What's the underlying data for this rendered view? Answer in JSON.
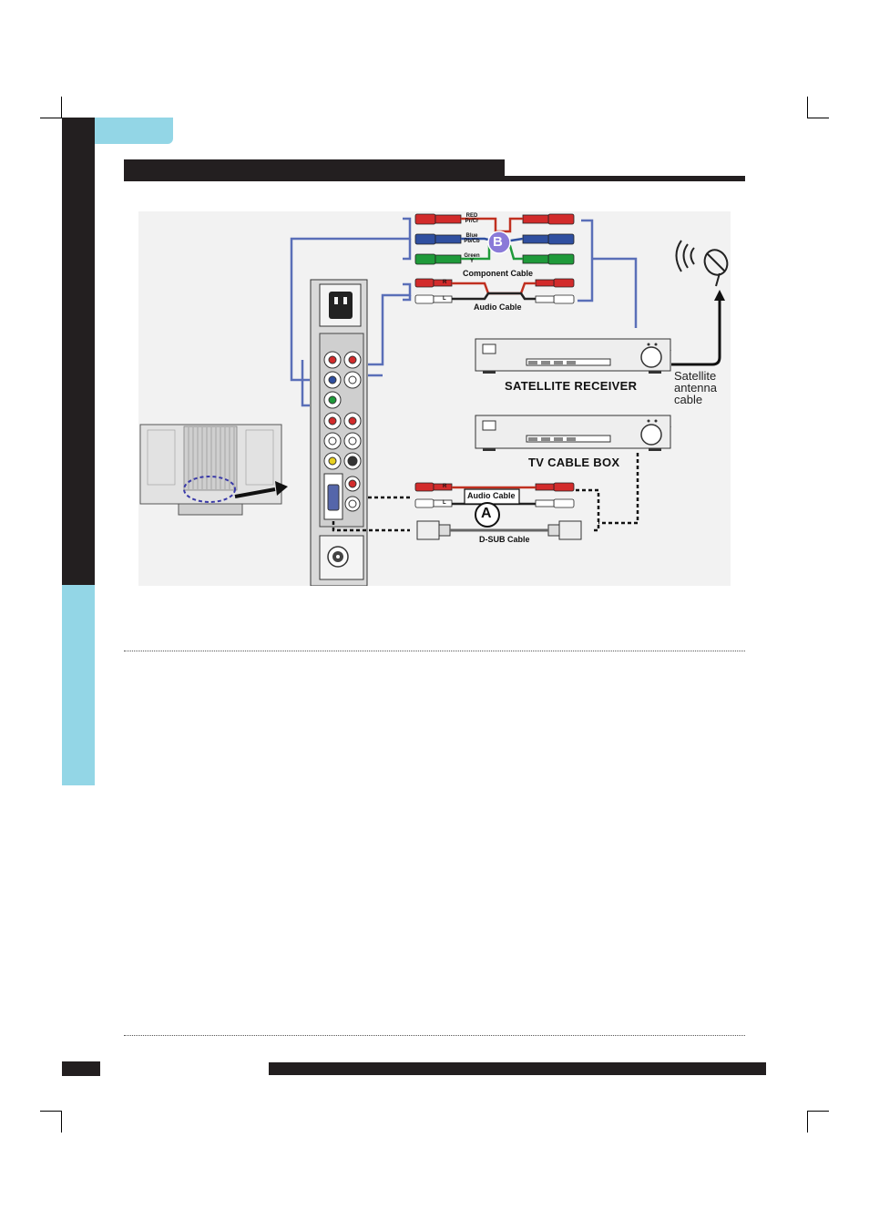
{
  "colors": {
    "side_bar_dark": "#231f20",
    "accent_light_blue": "#93d6e6",
    "header_bar": "#231f20",
    "diagram_bg": "#f2f2f2",
    "cable_blue": "#5a6fb8",
    "plug_red": "#d22b2b",
    "plug_blue": "#2f4fa0",
    "plug_green": "#1f9a3a"
  },
  "diagram": {
    "component_cable_label": "Component Cable",
    "audio_cable_top_label": "Audio Cable",
    "audio_cable_bottom_label": "Audio Cable",
    "dsub_cable_label": "D-SUB Cable",
    "satellite_receiver_label": "SATELLITE RECEIVER",
    "tv_cable_box_label": "TV CABLE BOX",
    "satellite_cable_line1": "Satellite",
    "satellite_cable_line2": "antenna",
    "satellite_cable_line3": "cable",
    "marker_b": "B",
    "marker_a": "A",
    "plug_red_line1": "RED",
    "plug_red_line2": "Pr/Cr",
    "plug_blue_line1": "Blue",
    "plug_blue_line2": "Pb/Cb",
    "plug_green_line1": "Green",
    "plug_green_line2": "Y",
    "audio_r": "R",
    "audio_l": "L"
  }
}
